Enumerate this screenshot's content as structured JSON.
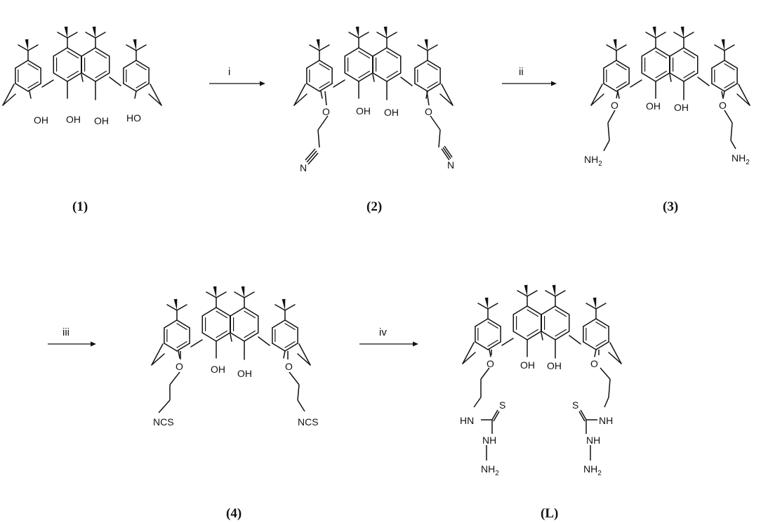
{
  "scheme": {
    "compounds": [
      {
        "id": "1",
        "label": "(1)",
        "substituents": [
          {
            "text": "OH"
          },
          {
            "text": "OH"
          },
          {
            "text": "OH"
          },
          {
            "text": "HO"
          }
        ]
      },
      {
        "id": "2",
        "label": "(2)",
        "substituents": [
          {
            "text": "O"
          },
          {
            "text": "OH"
          },
          {
            "text": "OH"
          },
          {
            "text": "O"
          }
        ],
        "chain_ends": [
          {
            "text": "N"
          },
          {
            "text": "N"
          }
        ]
      },
      {
        "id": "3",
        "label": "(3)",
        "substituents": [
          {
            "text": "O"
          },
          {
            "text": "OH"
          },
          {
            "text": "OH"
          },
          {
            "text": "O"
          }
        ],
        "chain_ends": [
          {
            "text": "NH2"
          },
          {
            "text": "NH2"
          }
        ]
      },
      {
        "id": "4",
        "label": "(4)",
        "substituents": [
          {
            "text": "O"
          },
          {
            "text": "OH"
          },
          {
            "text": "OH"
          },
          {
            "text": "O"
          }
        ],
        "chain_ends": [
          {
            "text": "NCS"
          },
          {
            "text": "NCS"
          }
        ]
      },
      {
        "id": "L",
        "label": "(L)",
        "substituents": [
          {
            "text": "O"
          },
          {
            "text": "OH"
          },
          {
            "text": "OH"
          },
          {
            "text": "O"
          }
        ],
        "thiosemicarbazide": [
          {
            "nh": "HN",
            "s": "S",
            "nh2a": "NH",
            "nh2b": "NH2"
          },
          {
            "nh": "NH",
            "s": "S",
            "nh2a": "NH",
            "nh2b": "NH2"
          }
        ]
      }
    ],
    "steps": [
      {
        "label": "i"
      },
      {
        "label": "ii"
      },
      {
        "label": "iii"
      },
      {
        "label": "iv"
      }
    ],
    "colors": {
      "ink": "#111111",
      "background": "#ffffff"
    }
  }
}
